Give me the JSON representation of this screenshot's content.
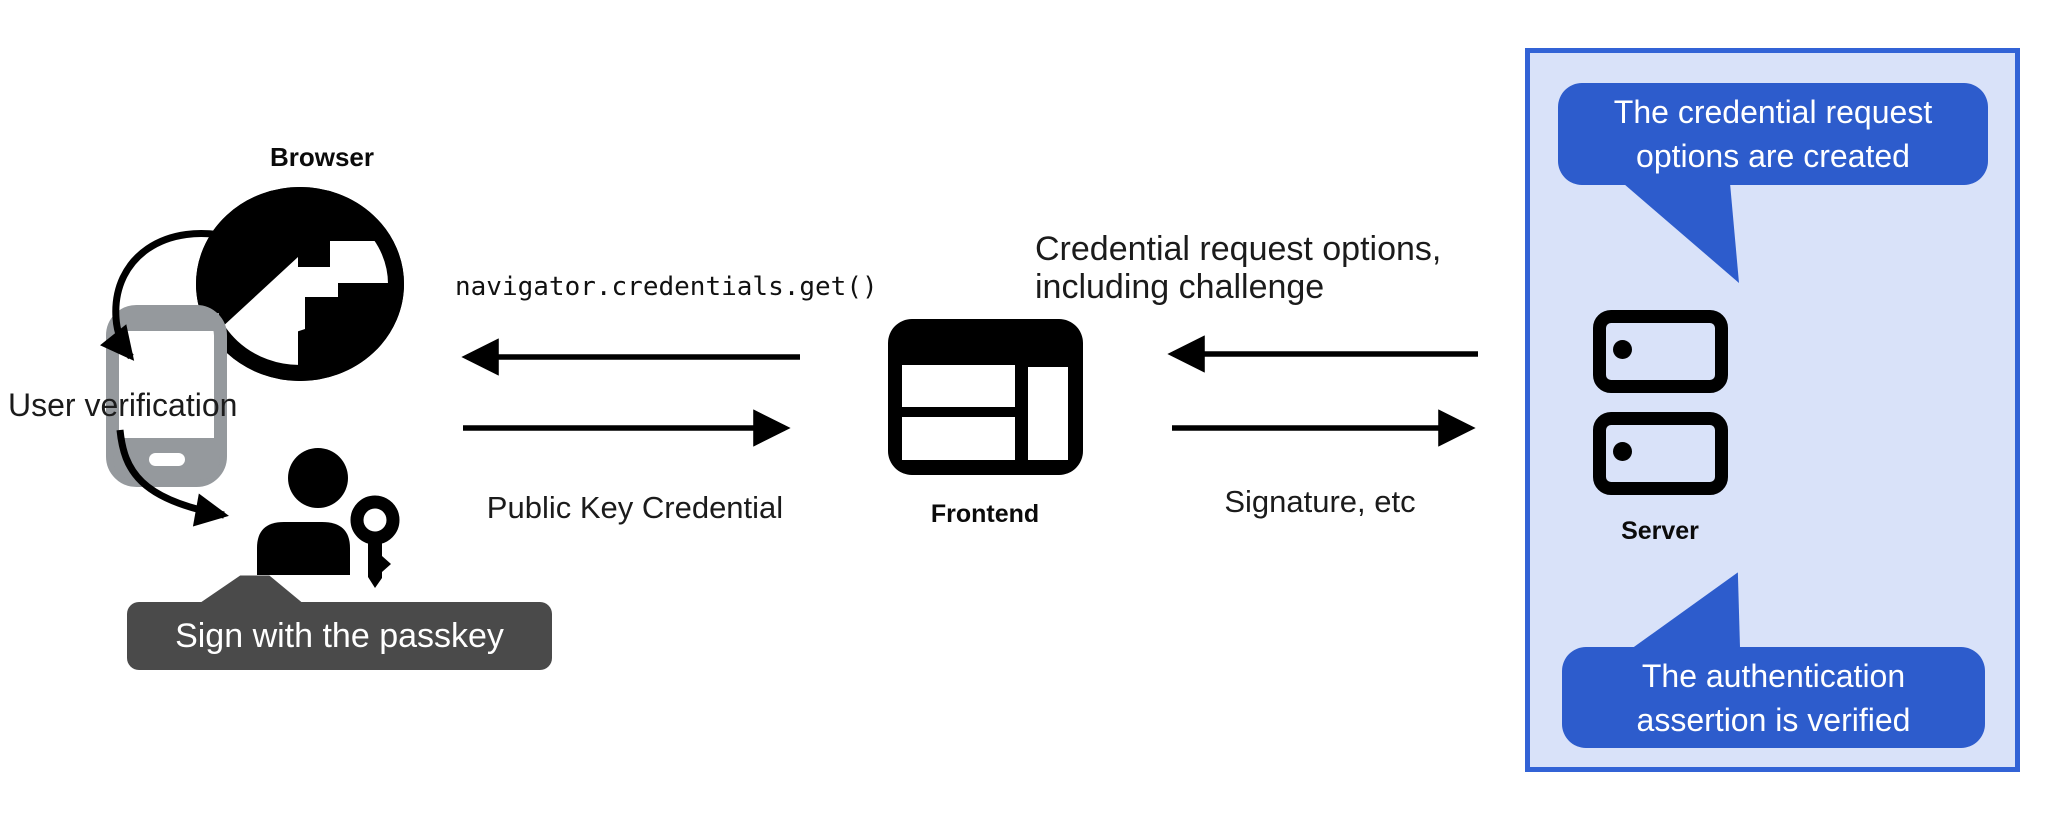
{
  "diagram": {
    "nodes": {
      "browser": {
        "label": "Browser"
      },
      "phone_caption": "User verification",
      "passkey_banner": "Sign with the passkey",
      "frontend": {
        "label": "Frontend"
      },
      "server": {
        "label": "Server"
      }
    },
    "messages": {
      "to_browser": "navigator.credentials.get()",
      "from_browser": "Public Key Credential",
      "to_frontend_line1": "Credential request options,",
      "to_frontend_line2": "including challenge",
      "from_frontend": "Signature, etc"
    },
    "callouts": {
      "top": {
        "line1": "The credential request",
        "line2": "options are created"
      },
      "bottom": {
        "line1": "The authentication",
        "line2": "assertion is verified"
      }
    },
    "colors": {
      "callout-blue": "#2d5ccc",
      "panel-border": "#3263d6",
      "panel-fill": "#d9e2f9",
      "banner-dark": "#4a4a4a",
      "phone-gray": "#95999d",
      "ink": "#1b1b1b"
    }
  }
}
